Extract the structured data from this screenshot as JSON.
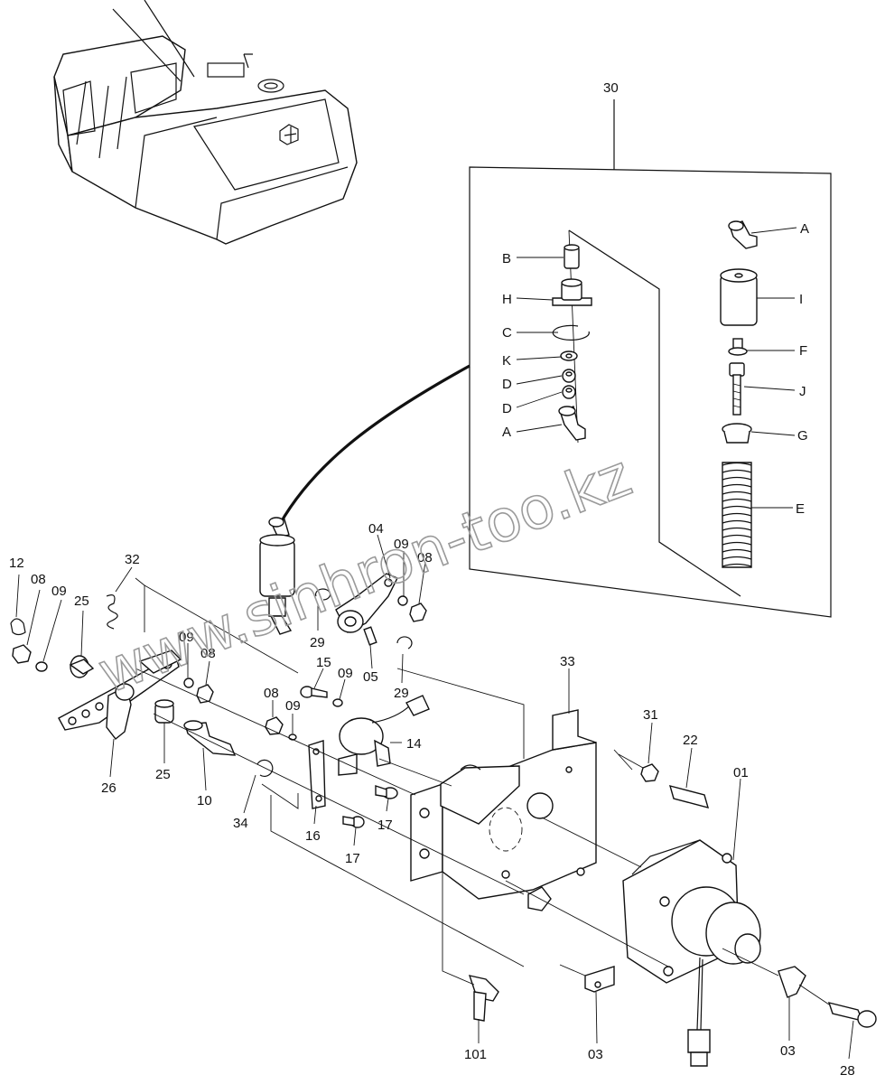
{
  "labels": {
    "l30": "30",
    "lA1": "A",
    "lB": "B",
    "lH": "H",
    "lC": "C",
    "lK": "K",
    "lD1": "D",
    "lD2": "D",
    "lA2": "A",
    "lI": "I",
    "lF": "F",
    "lJ": "J",
    "lG": "G",
    "lE": "E",
    "l04": "04",
    "l09a": "09",
    "l08a": "08",
    "l12": "12",
    "l08b": "08",
    "l09b": "09",
    "l25a": "25",
    "l32": "32",
    "l09c": "09",
    "l08c": "08",
    "l29a": "29",
    "l15": "15",
    "l09d": "09",
    "l05": "05",
    "l29b": "29",
    "l08d": "08",
    "l09e": "09",
    "l14": "14",
    "l17a": "17",
    "l26": "26",
    "l25b": "25",
    "l10": "10",
    "l34": "34",
    "l16": "16",
    "l17b": "17",
    "l33": "33",
    "l31": "31",
    "l22": "22",
    "l01": "01",
    "l101": "101",
    "l03a": "03",
    "l03b": "03",
    "l28": "28"
  },
  "watermark": "www.sinhron-too.kz"
}
